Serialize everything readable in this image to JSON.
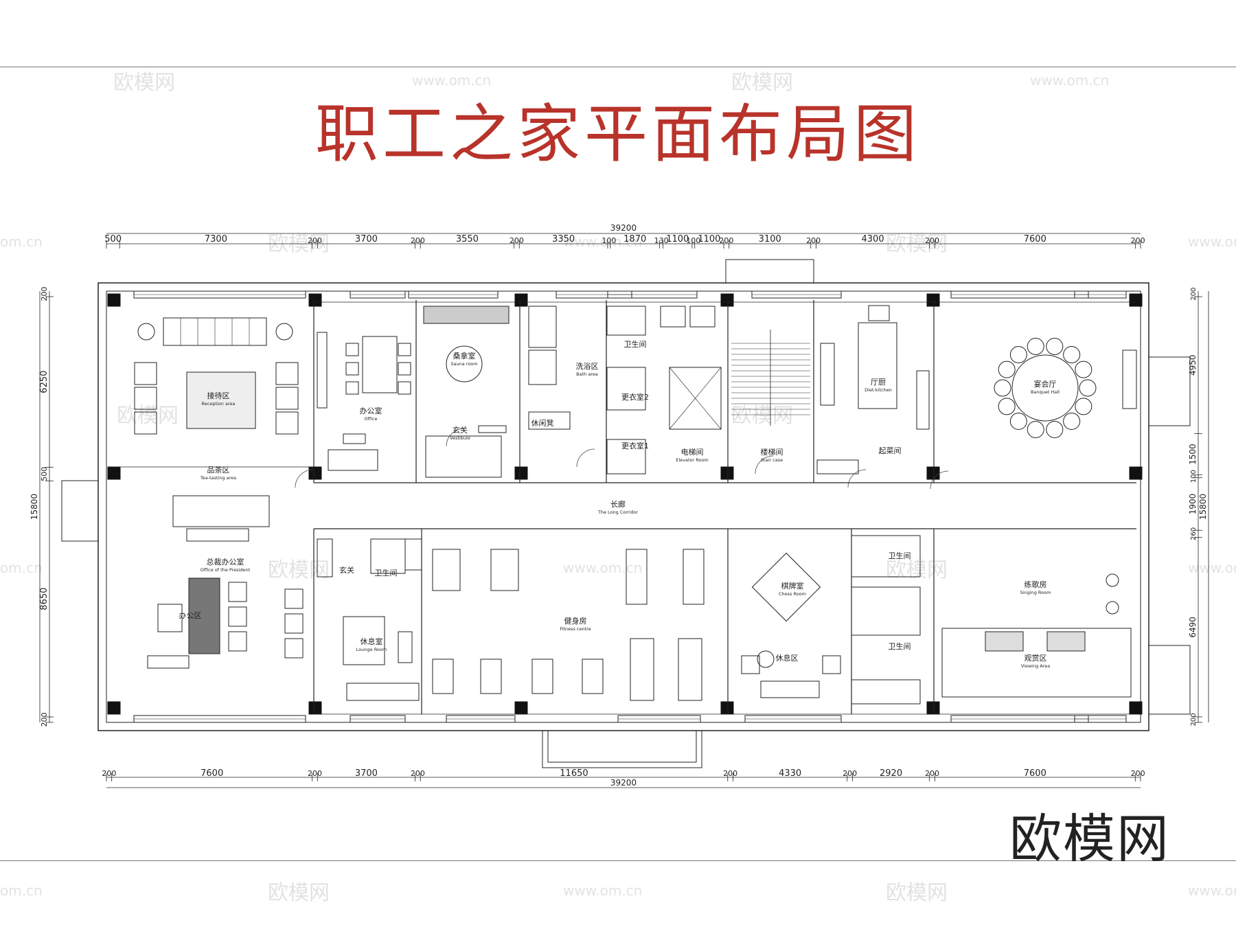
{
  "title": "职工之家平面布局图",
  "brand": "欧模网",
  "watermarks": [
    {
      "text": "欧模网",
      "size": "big"
    },
    {
      "text": "www.om.cn",
      "size": "small"
    },
    {
      "text": "欧模网",
      "size": "big"
    },
    {
      "text": "www.om.cn",
      "size": "small"
    },
    {
      "text": "om.cn",
      "size": "small"
    },
    {
      "text": "欧模网",
      "size": "big"
    },
    {
      "text": "www.om.cn",
      "size": "small"
    },
    {
      "text": "欧模网",
      "size": "big"
    },
    {
      "text": "www.om.cn",
      "size": "small"
    },
    {
      "text": "欧模网",
      "size": "big"
    },
    {
      "text": "欧模网",
      "size": "big"
    },
    {
      "text": "om.cn",
      "size": "small"
    },
    {
      "text": "欧模网",
      "size": "big"
    },
    {
      "text": "www.om.cn",
      "size": "small"
    },
    {
      "text": "欧模网",
      "size": "big"
    },
    {
      "text": "www.om.cn",
      "size": "small"
    },
    {
      "text": "om.cn",
      "size": "small"
    },
    {
      "text": "欧模网",
      "size": "big"
    },
    {
      "text": "www.om.cn",
      "size": "small"
    },
    {
      "text": "欧模网",
      "size": "big"
    },
    {
      "text": "www.om.cn",
      "size": "small"
    }
  ],
  "dimensions": {
    "top_total": "39200",
    "top": [
      "500",
      "7300",
      "200",
      "3700",
      "200",
      "3550",
      "200",
      "3350",
      "100",
      "1870",
      "130",
      "1100",
      "100",
      "1100",
      "200",
      "3100",
      "200",
      "4300",
      "200",
      "7600",
      "200"
    ],
    "bottom_total": "39200",
    "bottom": [
      "200",
      "7600",
      "200",
      "3700",
      "200",
      "11650",
      "200",
      "4330",
      "200",
      "2920",
      "200",
      "7600",
      "200"
    ],
    "left_total": "15800",
    "left": [
      "200",
      "6250",
      "500",
      "8650",
      "200"
    ],
    "right_total": "15800",
    "right": [
      "200",
      "4950",
      "1500",
      "100",
      "1900",
      "260",
      "6490",
      "200"
    ]
  },
  "rooms": [
    {
      "zh": "接待区",
      "en": "Reception area"
    },
    {
      "zh": "品茶区",
      "en": "Tea-tasting area"
    },
    {
      "zh": "总裁办公室",
      "en": "Office of the President"
    },
    {
      "zh": "办公区",
      "en": ""
    },
    {
      "zh": "办公室",
      "en": "Office"
    },
    {
      "zh": "桑拿室",
      "en": "Sauna room"
    },
    {
      "zh": "玄关",
      "en": "Vestibule"
    },
    {
      "zh": "洗浴区",
      "en": "Bath area"
    },
    {
      "zh": "休闲凳",
      "en": ""
    },
    {
      "zh": "卫生间",
      "en": ""
    },
    {
      "zh": "更衣室2",
      "en": ""
    },
    {
      "zh": "更衣室1",
      "en": ""
    },
    {
      "zh": "电梯间",
      "en": "Elevator Room"
    },
    {
      "zh": "楼梯间",
      "en": "Stair case"
    },
    {
      "zh": "厅厨",
      "en": "Diet-kitchen"
    },
    {
      "zh": "起菜间",
      "en": ""
    },
    {
      "zh": "宴会厅",
      "en": "Banquet Hall"
    },
    {
      "zh": "长廊",
      "en": "The Long Corridor"
    },
    {
      "zh": "玄关",
      "en": ""
    },
    {
      "zh": "卫生间",
      "en": ""
    },
    {
      "zh": "休息室",
      "en": "Lounge Room"
    },
    {
      "zh": "健身房",
      "en": "Fitness centre"
    },
    {
      "zh": "棋牌室",
      "en": "Chess Room"
    },
    {
      "zh": "休息区",
      "en": ""
    },
    {
      "zh": "卫生间",
      "en": ""
    },
    {
      "zh": "卫生间",
      "en": ""
    },
    {
      "zh": "练歌房",
      "en": "Singing Room"
    },
    {
      "zh": "观赏区",
      "en": "Viewing Area"
    }
  ]
}
